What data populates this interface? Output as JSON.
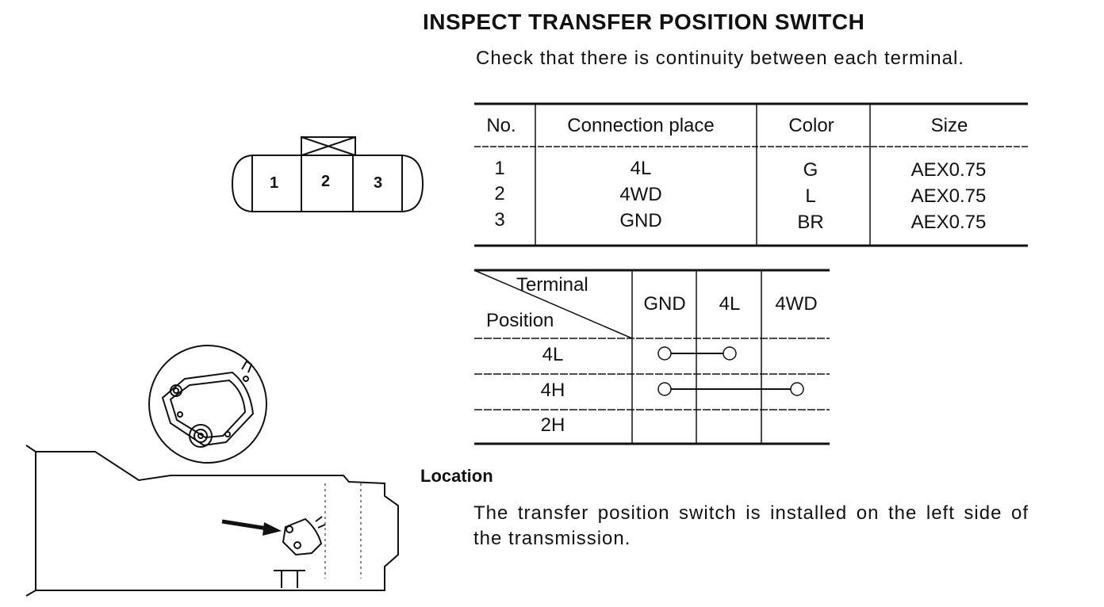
{
  "title": "INSPECT TRANSFER POSITION SWITCH",
  "intro": "Check that there is continuity between each terminal.",
  "connector": {
    "terminals": [
      "1",
      "2",
      "3"
    ]
  },
  "wire_table": {
    "headers": [
      "No.",
      "Connection place",
      "Color",
      "Size"
    ],
    "rows": [
      [
        "1",
        "4L",
        "G",
        "AEX0.75"
      ],
      [
        "2",
        "4WD",
        "L",
        "AEX0.75"
      ],
      [
        "3",
        "GND",
        "BR",
        "AEX0.75"
      ]
    ]
  },
  "continuity_table": {
    "corner_top": "Terminal",
    "corner_bottom": "Position",
    "columns": [
      "GND",
      "4L",
      "4WD"
    ],
    "rows": [
      {
        "position": "4L",
        "connected": [
          "GND",
          "4L"
        ]
      },
      {
        "position": "4H",
        "connected": [
          "GND",
          "4WD"
        ]
      },
      {
        "position": "2H",
        "connected": []
      }
    ]
  },
  "location": {
    "heading": "Location",
    "text": "The transfer position switch is installed on the left side of the transmission."
  }
}
